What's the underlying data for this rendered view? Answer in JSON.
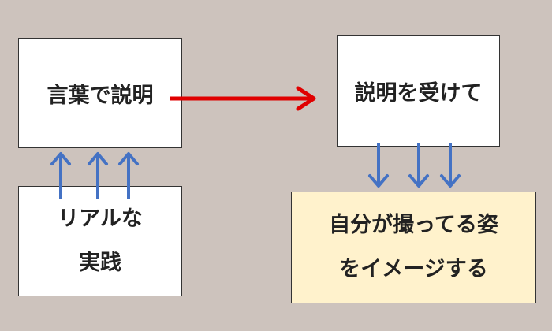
{
  "boxes": {
    "explain": {
      "label": "言葉で説明"
    },
    "receive": {
      "label": "説明を受けて"
    },
    "practice": {
      "line1": "リアルな",
      "line2": "実践"
    },
    "image": {
      "line1": "自分が撮ってる姿",
      "line2": "をイメージする"
    }
  },
  "colors": {
    "background": "#cdc3bd",
    "box_fill": "#ffffff",
    "highlight_fill": "#fff2cc",
    "red_arrow": "#e00000",
    "blue_arrow": "#4472c4"
  }
}
